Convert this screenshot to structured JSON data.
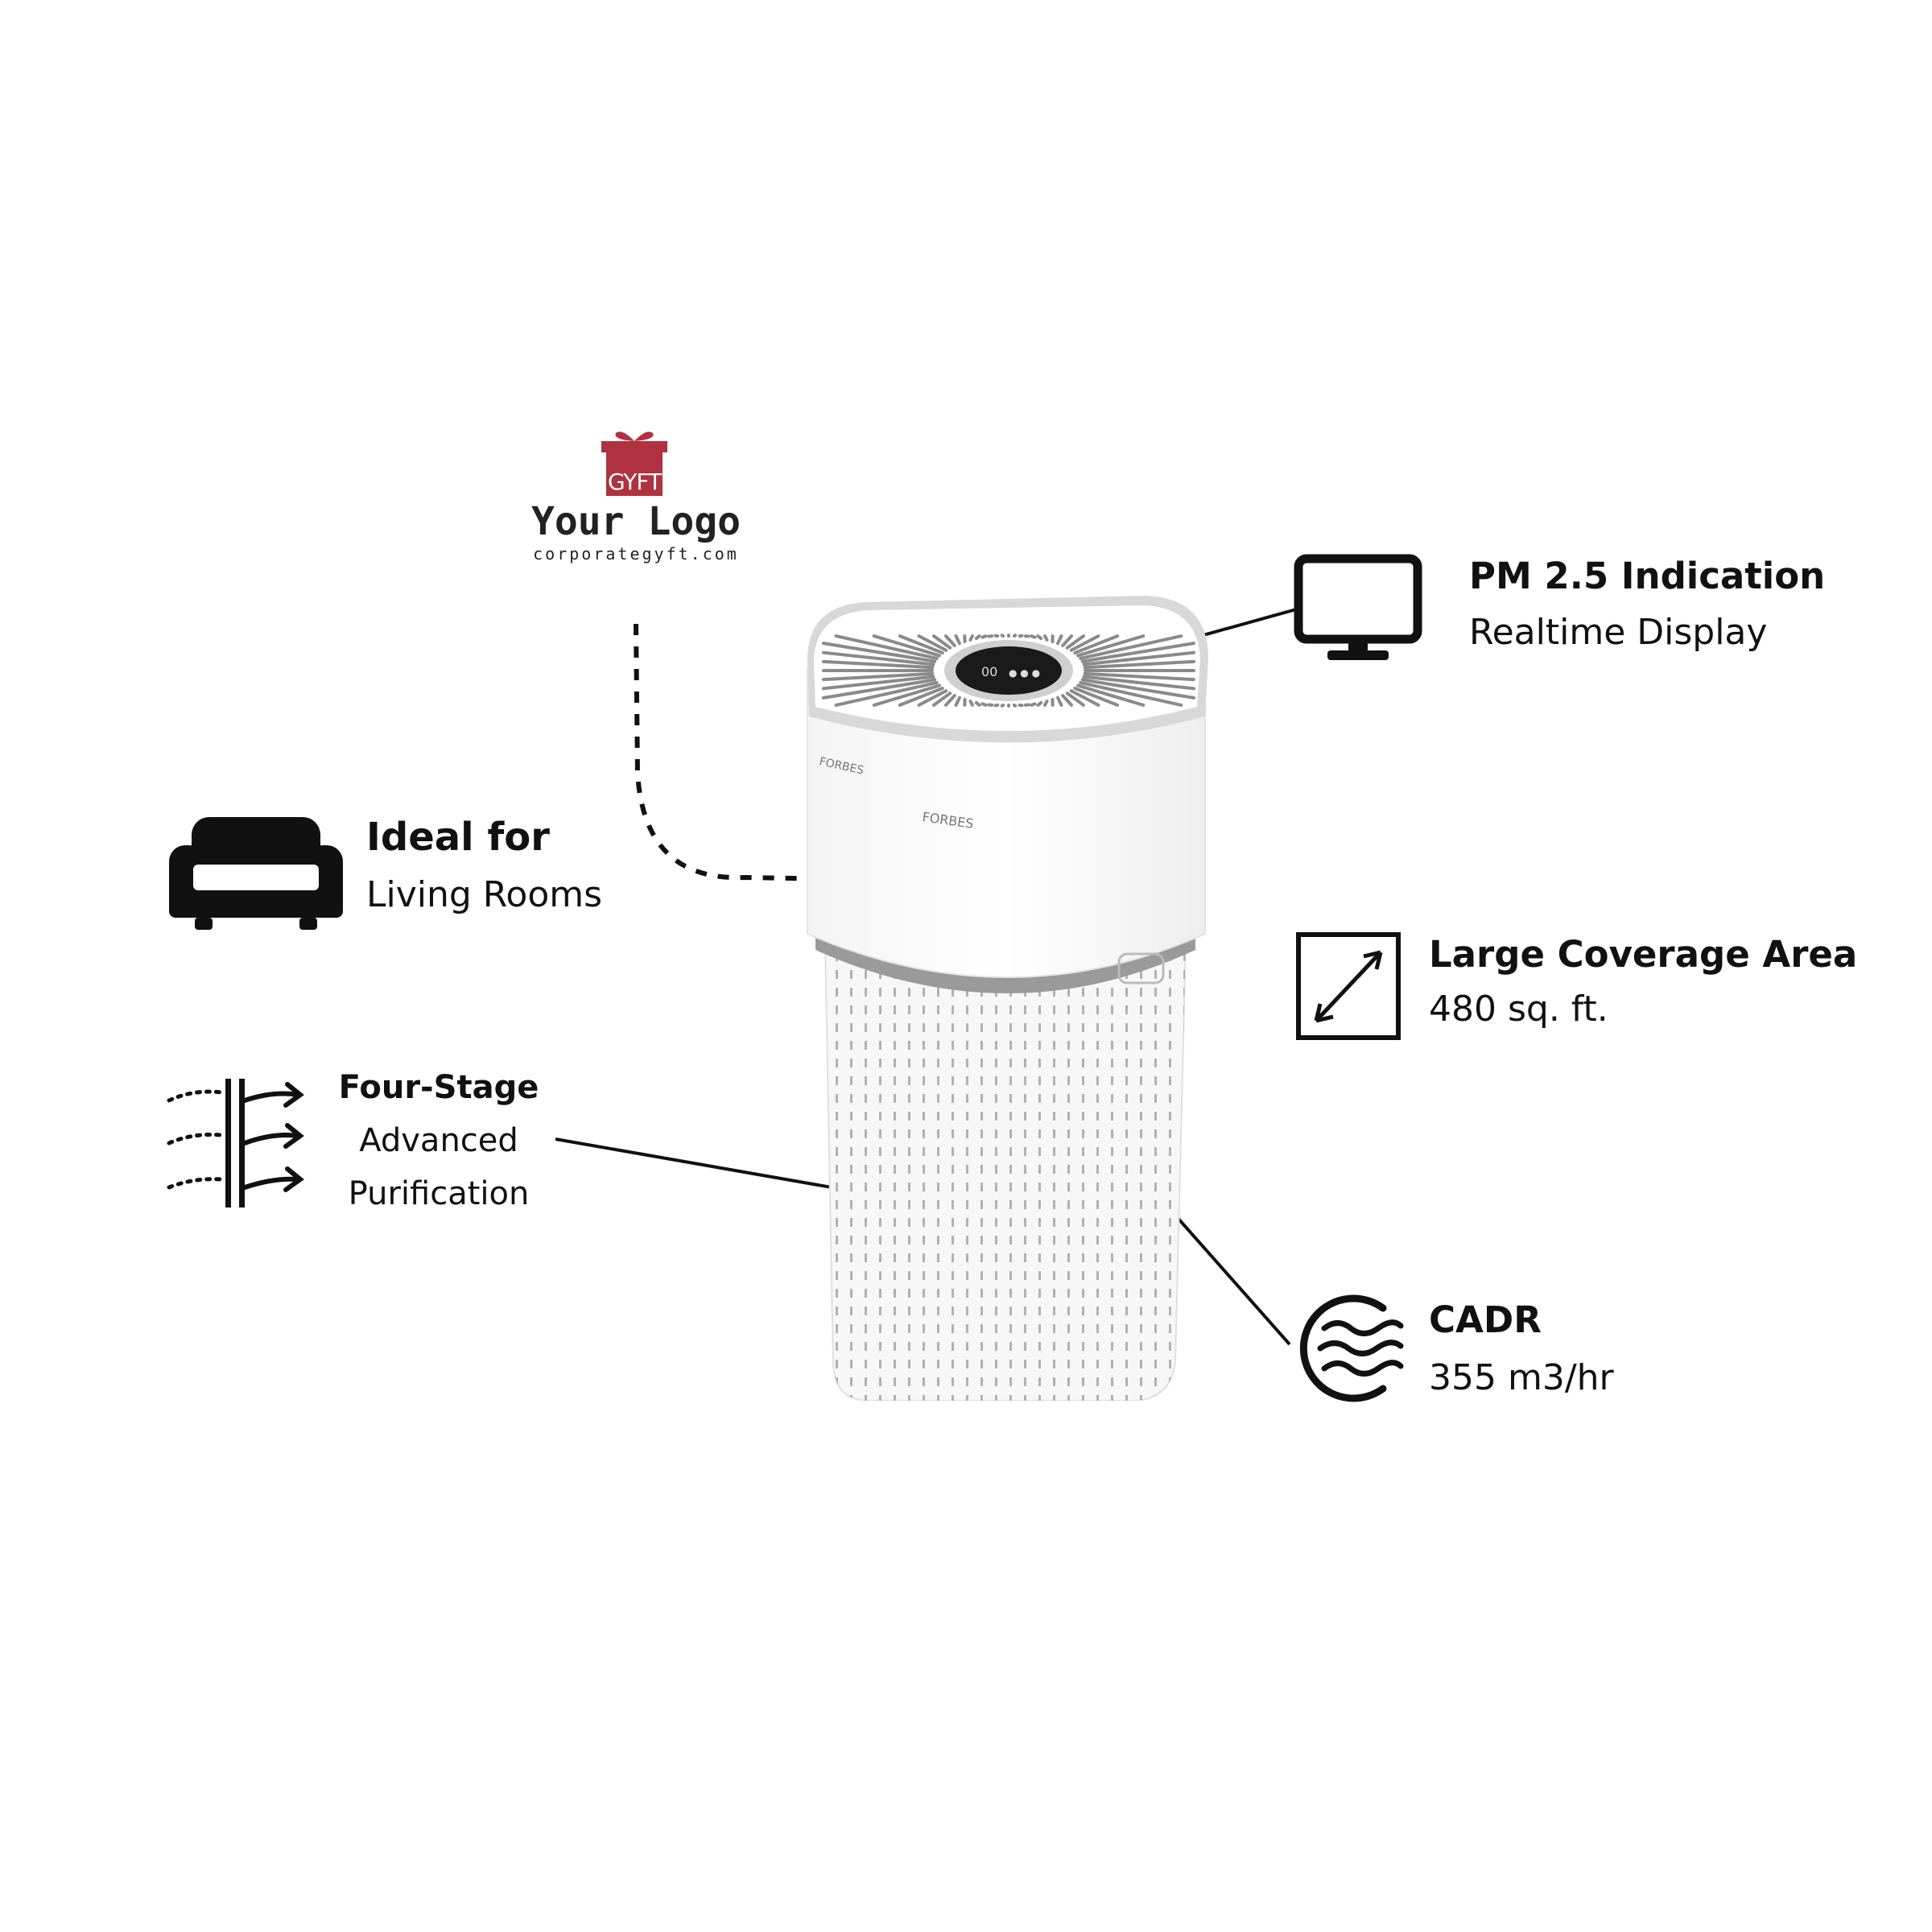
{
  "logo": {
    "mark_text": "GYFT",
    "name": "Your Logo",
    "url": "corporategyft.com",
    "mark_color": "#b0313f"
  },
  "product": {
    "brand_labels": [
      "FORBES",
      "FORBES"
    ]
  },
  "features": {
    "pm25": {
      "title": "PM 2.5 Indication",
      "subtitle": "Realtime Display",
      "icon": "monitor-icon"
    },
    "living": {
      "title": "Ideal for",
      "subtitle": "Living Rooms",
      "icon": "sofa-icon"
    },
    "coverage": {
      "title": "Large Coverage Area",
      "subtitle": "480 sq. ft.",
      "icon": "diagonal-arrow-icon"
    },
    "purification": {
      "lines": [
        "Four-Stage",
        "Advanced",
        "Purification"
      ],
      "icon": "airflow-filter-icon"
    },
    "cadr": {
      "title": "CADR",
      "subtitle": "355 m3/hr",
      "icon": "air-waves-icon"
    }
  }
}
